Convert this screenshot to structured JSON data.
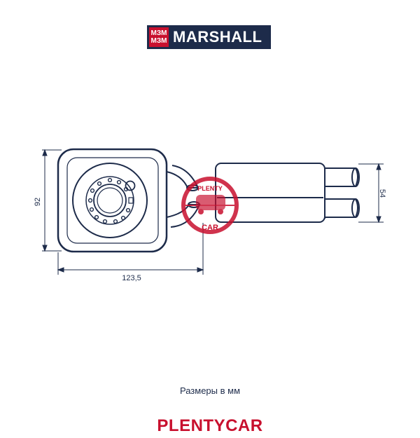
{
  "logo": {
    "mark_top": "МЗМ",
    "mark_bottom": "МЗМ",
    "name": "MARSHALL"
  },
  "dimensions": {
    "height": "92",
    "width": "123,5",
    "pipe_spacing": "54"
  },
  "watermark": {
    "top_text": "PLENTY",
    "bottom_text": "CAR"
  },
  "caption": "Размеры в мм",
  "brand": "PLENTYCAR",
  "colors": {
    "line": "#1d2b4a",
    "accent": "#c8102e"
  }
}
